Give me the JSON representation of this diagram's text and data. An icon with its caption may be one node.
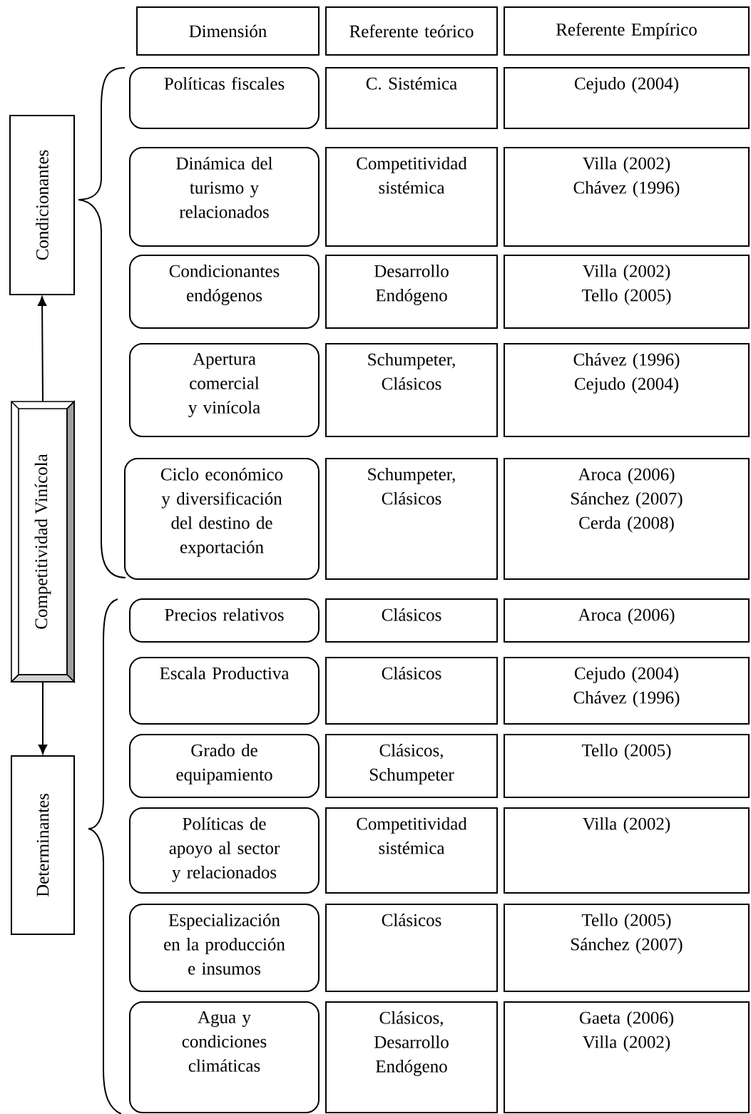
{
  "diagram": {
    "nodes": [
      {
        "text": [
          "Dimensión"
        ]
      },
      {
        "text": [
          "Referente teórico"
        ]
      },
      {
        "text": [
          "Referente Empírico"
        ]
      },
      {
        "text": [
          "Políticas fiscales"
        ]
      },
      {
        "text": [
          "C. Sistémica"
        ]
      },
      {
        "text": [
          "Cejudo (2004)"
        ]
      },
      {
        "text": [
          "Dinámica del turismo y relacionados"
        ]
      },
      {
        "text": [
          "Competitividad sistémica"
        ]
      },
      {
        "text": [
          "Villa (2002) Chávez (1996)"
        ]
      },
      {
        "text": [
          "Condicionantes endógenos"
        ]
      },
      {
        "text": [
          "Desarrollo Endógeno"
        ]
      },
      {
        "text": [
          "Villa (2002) Tello (2005)"
        ]
      },
      {
        "text": [
          "Apertura comercial y vinícola"
        ]
      },
      {
        "text": [
          "Schumpeter, Clásicos"
        ]
      },
      {
        "text": [
          "Chávez (1996) Cejudo (2004)"
        ]
      },
      {
        "text": [
          "Ciclo económico y diversificación del destino de exportación"
        ]
      },
      {
        "text": [
          "Schumpeter, Clásicos"
        ]
      },
      {
        "text": [
          "Aroca (2006) Sánchez (2007) Cerda (2008)"
        ]
      },
      {
        "text": [
          "Precios relativos"
        ]
      },
      {
        "text": [
          "Clásicos"
        ]
      },
      {
        "text": [
          "Aroca (2006)"
        ]
      },
      {
        "text": [
          "Escala Productiva"
        ]
      },
      {
        "text": [
          "Clásicos"
        ]
      },
      {
        "text": [
          "Cejudo (2004) Chávez (1996)"
        ]
      },
      {
        "text": [
          "Grado de equipamiento"
        ]
      },
      {
        "text": [
          "Clásicos, Schumpeter"
        ]
      },
      {
        "text": [
          "Tello (2005)"
        ]
      },
      {
        "text": [
          "Políticas de apoyo al sector y relacionados"
        ]
      },
      {
        "text": [
          "Competitividad sistémica"
        ]
      },
      {
        "text": [
          "Villa (2002)"
        ]
      },
      {
        "text": [
          "Especialización en la producción e insumos"
        ]
      },
      {
        "text": [
          "Clásicos"
        ]
      },
      {
        "text": [
          "Tello (2005) Sánchez (2007)"
        ]
      },
      {
        "text": [
          "Agua y condiciones climáticas"
        ]
      },
      {
        "text": [
          "Clásicos, Desarrollo Endógeno"
        ]
      },
      {
        "text": [
          "Gaeta (2006) Villa (2002)"
        ]
      },
      {
        "text": [
          "Condicionantes"
        ]
      },
      {
        "text": [
          "Competitividad Vinícola"
        ]
      },
      {
        "text": [
          "Determinantes"
        ]
      }
    ],
    "edges": [
      {
        "from": 37,
        "to": 36,
        "arrow": "to"
      },
      {
        "from": 37,
        "to": 38,
        "arrow": "to"
      }
    ]
  }
}
